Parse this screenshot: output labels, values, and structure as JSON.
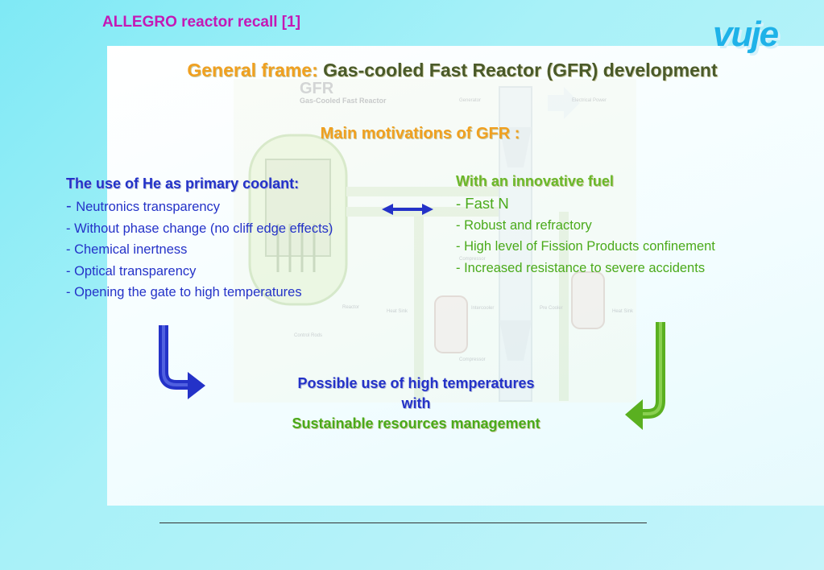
{
  "header": {
    "title": "ALLEGRO reactor recall [1]",
    "logo_text": "vuje"
  },
  "main": {
    "title_highlight": "General frame:",
    "title_rest": "Gas-cooled Fast Reactor (GFR) development",
    "subtitle": "Main motivations of GFR :"
  },
  "left_column": {
    "heading": "The use of He as primary coolant:",
    "items": [
      {
        "dash": "- ",
        "text": "Neutronics transparency"
      },
      {
        "dash": "",
        "text": "- Without phase change (no cliff edge effects)"
      },
      {
        "dash": "",
        "text": "- Chemical inertness"
      },
      {
        "dash": "",
        "text": "- Optical transparency"
      },
      {
        "dash": "",
        "text": "- Opening the gate to high temperatures"
      }
    ]
  },
  "right_column": {
    "heading": "With an innovative fuel",
    "items": [
      "- Fast N",
      "- Robust and refractory",
      "- High level of Fission Products confinement",
      "- Increased resistance to severe accidents"
    ]
  },
  "conclusion": {
    "line1": "Possible use of high temperatures",
    "line2": "with",
    "line3": "Sustainable resources management"
  },
  "watermark": {
    "title": "GFR",
    "subtitle": "Gas-Cooled Fast Reactor",
    "labels": [
      "Generator",
      "Electrical Power",
      "Reactor",
      "Control Rods",
      "Heat Sink",
      "Intercooler",
      "Pre Cooler",
      "Heat Sink",
      "Compressor",
      "Compressor"
    ]
  },
  "colors": {
    "accent_orange": "#f0a020",
    "blue": "#2432c8",
    "green": "#4aaa1a",
    "magenta": "#c418b5",
    "logo": "#1fb2e8"
  }
}
